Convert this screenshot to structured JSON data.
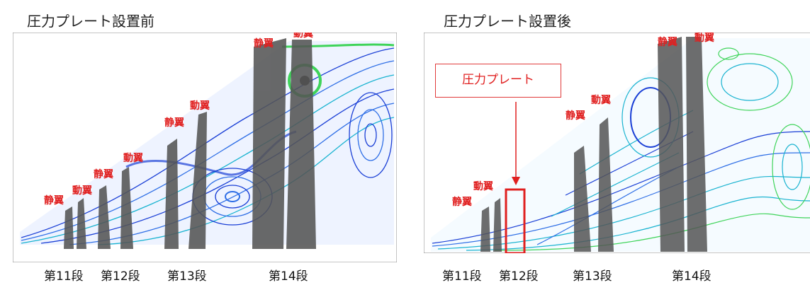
{
  "panels": [
    {
      "title": "圧力プレート設置前",
      "blade_labels": [
        "静翼",
        "動翼",
        "静翼",
        "動翼",
        "静翼",
        "動翼",
        "静翼",
        "動翼"
      ],
      "stage_labels": [
        "第11段",
        "第12段",
        "第13段",
        "第14段"
      ]
    },
    {
      "title": "圧力プレート設置後",
      "callout": "圧力プレート",
      "blade_labels": [
        "静翼",
        "動翼",
        "静翼",
        "動翼",
        "静翼",
        "動翼"
      ],
      "stage_labels": [
        "第11段",
        "第12段",
        "第13段",
        "第14段"
      ]
    }
  ],
  "colors": {
    "highlight": "#e02020",
    "blade": "#555555",
    "streamline_deep": "#1a3fd6",
    "streamline_mid": "#19b3d0",
    "streamline_light": "#3fd45a"
  }
}
